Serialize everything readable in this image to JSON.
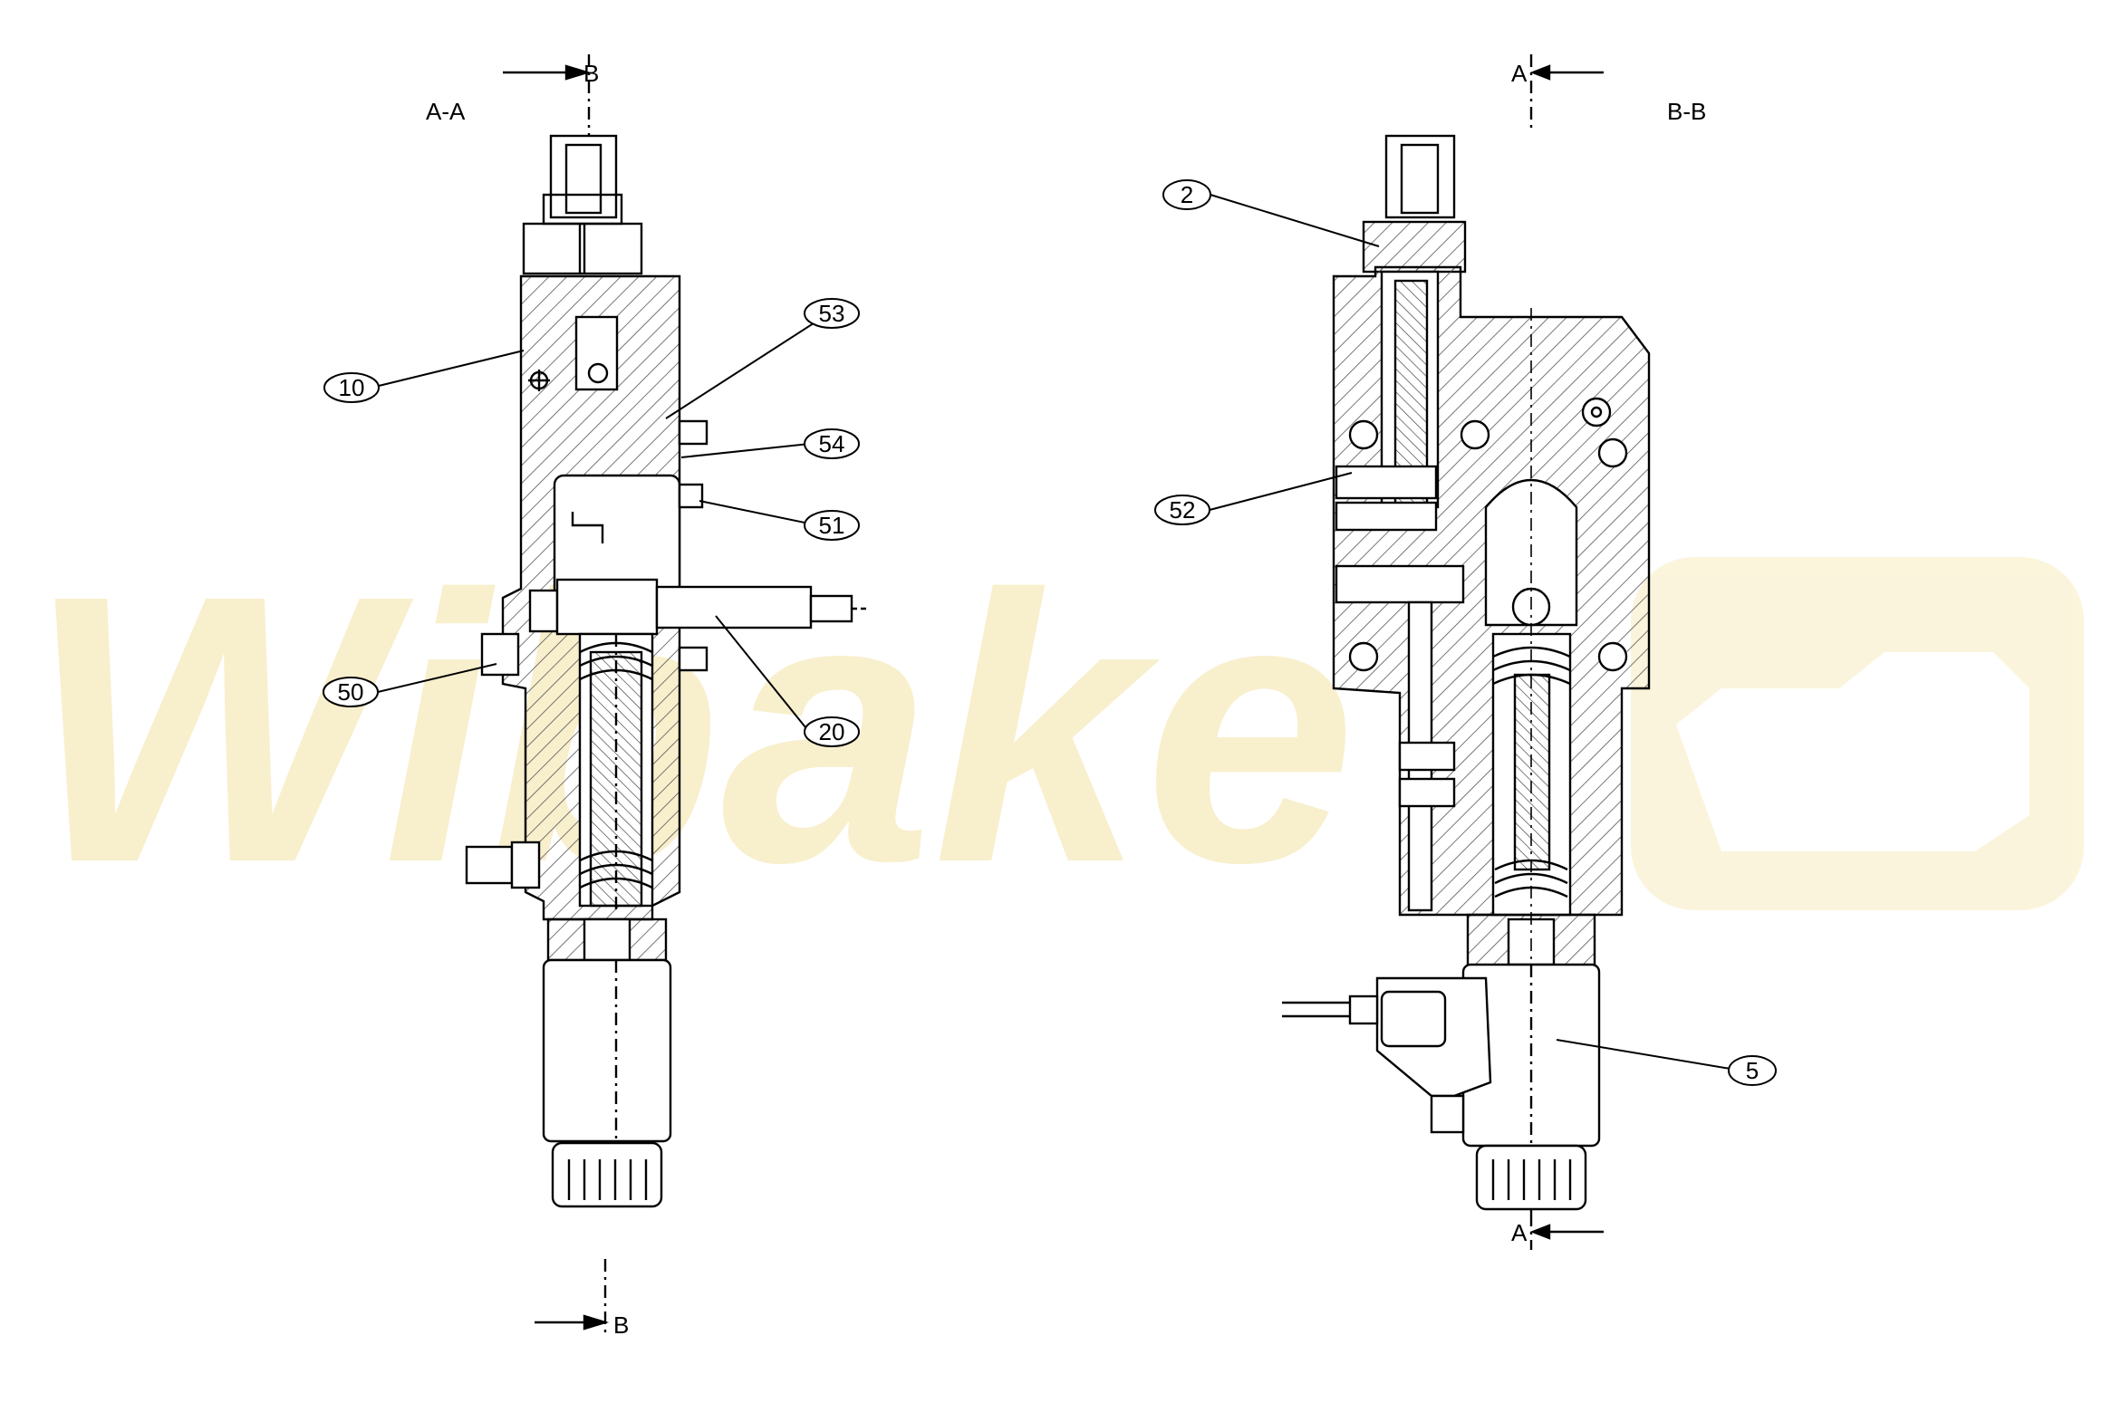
{
  "views": {
    "left": {
      "title": "A-A",
      "cut_top": "B",
      "cut_bottom": "B"
    },
    "right": {
      "title": "B-B",
      "cut_top": "A",
      "cut_bottom": "A"
    }
  },
  "callouts": {
    "c10": "10",
    "c53": "53",
    "c54": "54",
    "c51": "51",
    "c50": "50",
    "c20": "20",
    "c2": "2",
    "c52": "52",
    "c5": "5"
  },
  "watermark": {
    "text": "Wibake",
    "color": "#f3e3a6"
  },
  "colors": {
    "line": "#000000",
    "hatch": "#555555",
    "background": "#ffffff"
  }
}
